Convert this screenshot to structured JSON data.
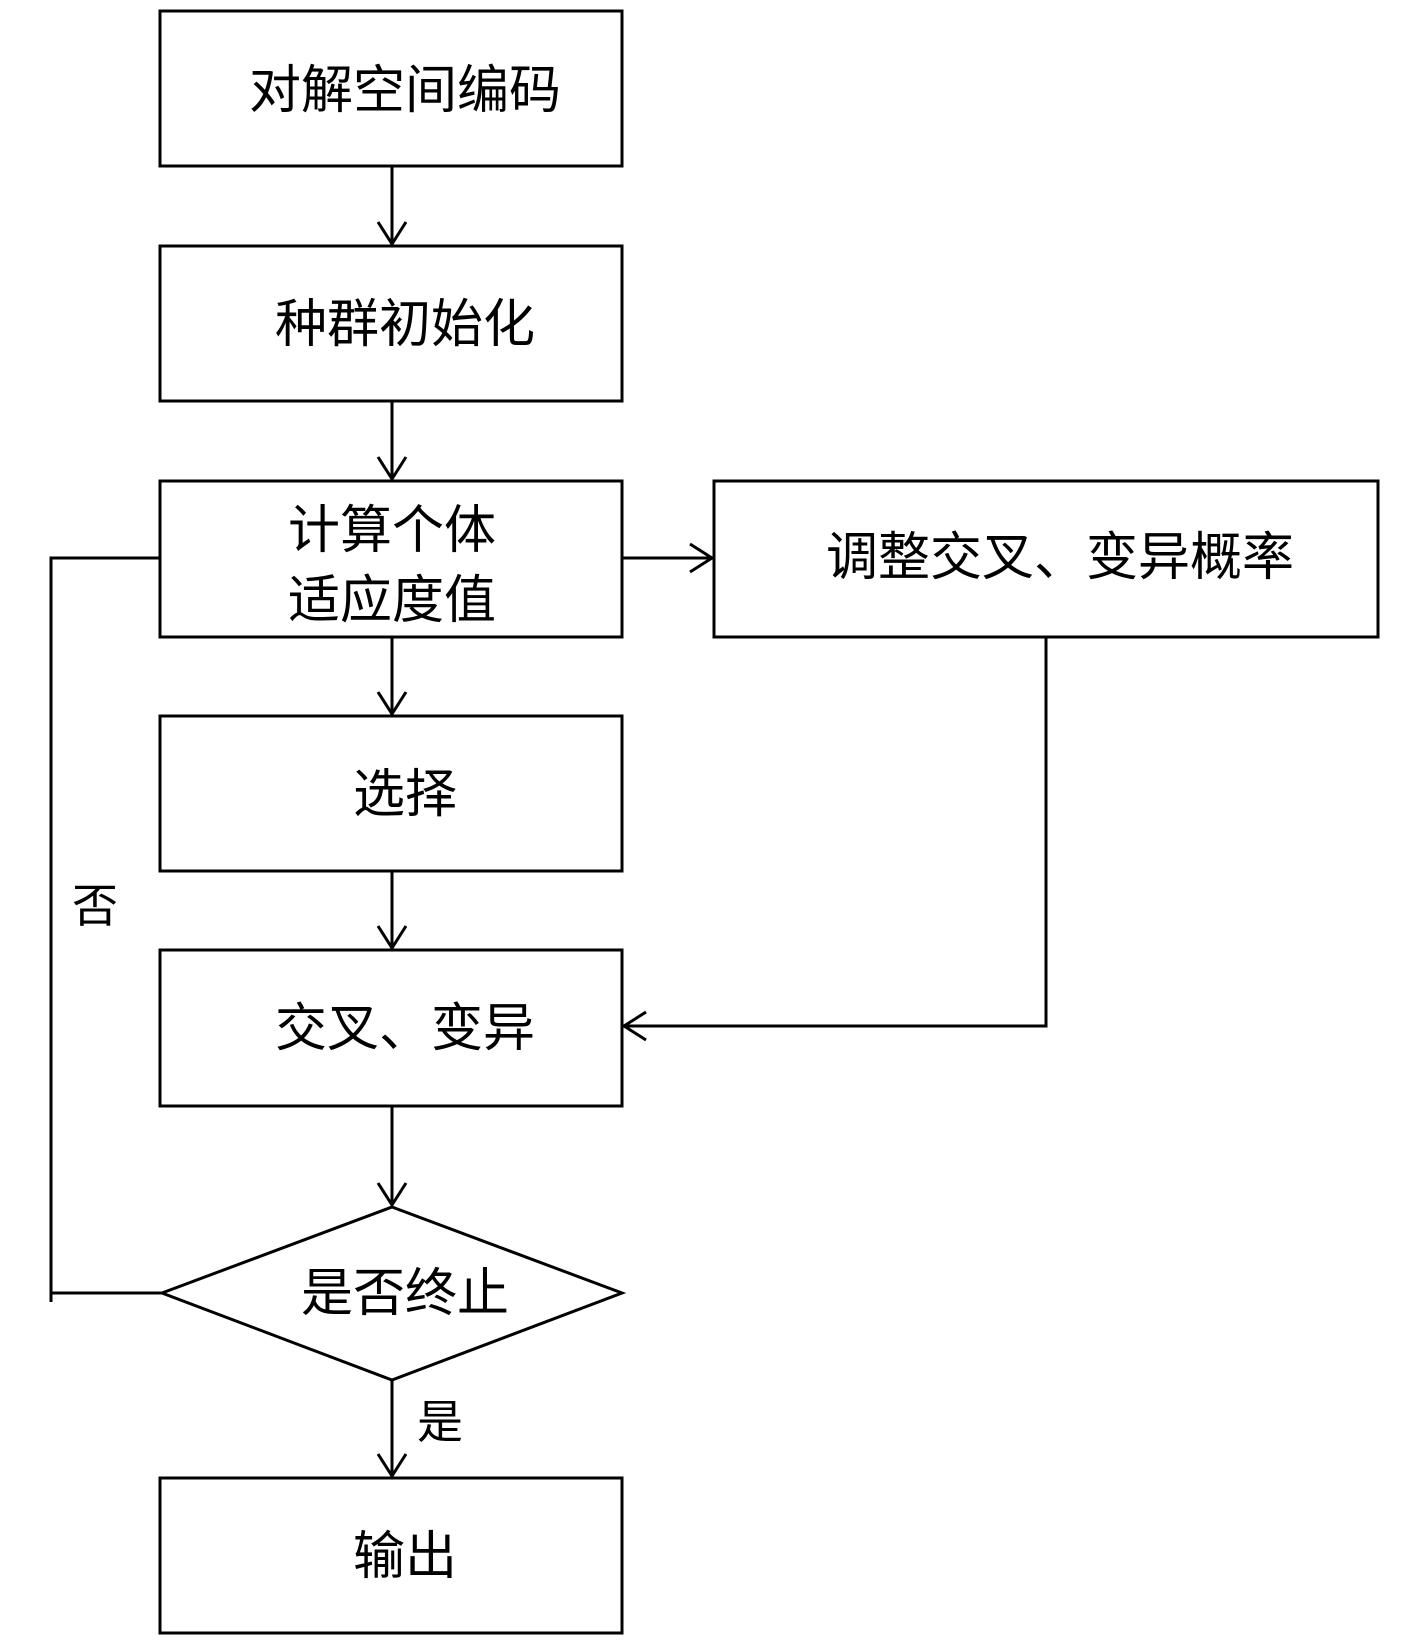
{
  "nodes": {
    "encode": {
      "label": "对解空间编码"
    },
    "init": {
      "label": "种群初始化"
    },
    "fitness": {
      "label_line1": "计算个体",
      "label_line2": "适应度值"
    },
    "adjust": {
      "label": "调整交叉、变异概率"
    },
    "select": {
      "label": "选择"
    },
    "crossover": {
      "label": "交叉、变异"
    },
    "decision": {
      "label": "是否终止"
    },
    "output": {
      "label": "输出"
    }
  },
  "edges": {
    "no_label": "否",
    "yes_label": "是"
  },
  "colors": {
    "stroke": "#000000",
    "background": "#ffffff"
  }
}
